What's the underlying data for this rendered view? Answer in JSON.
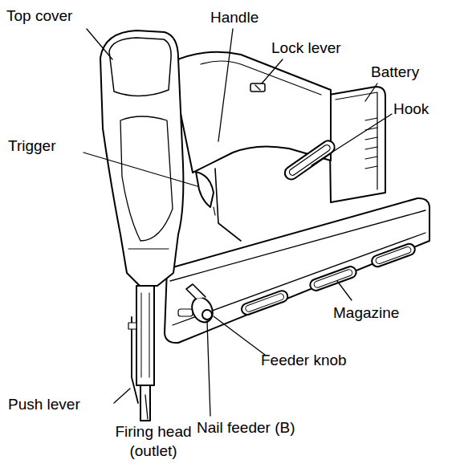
{
  "diagram": {
    "labels": [
      "Top cover",
      "Handle",
      "Lock lever",
      "Battery",
      "Hook",
      "Trigger",
      "Magazine",
      "Feeder knob",
      "Push lever",
      "Nail feeder (B)",
      "Firing head (outlet)"
    ]
  }
}
